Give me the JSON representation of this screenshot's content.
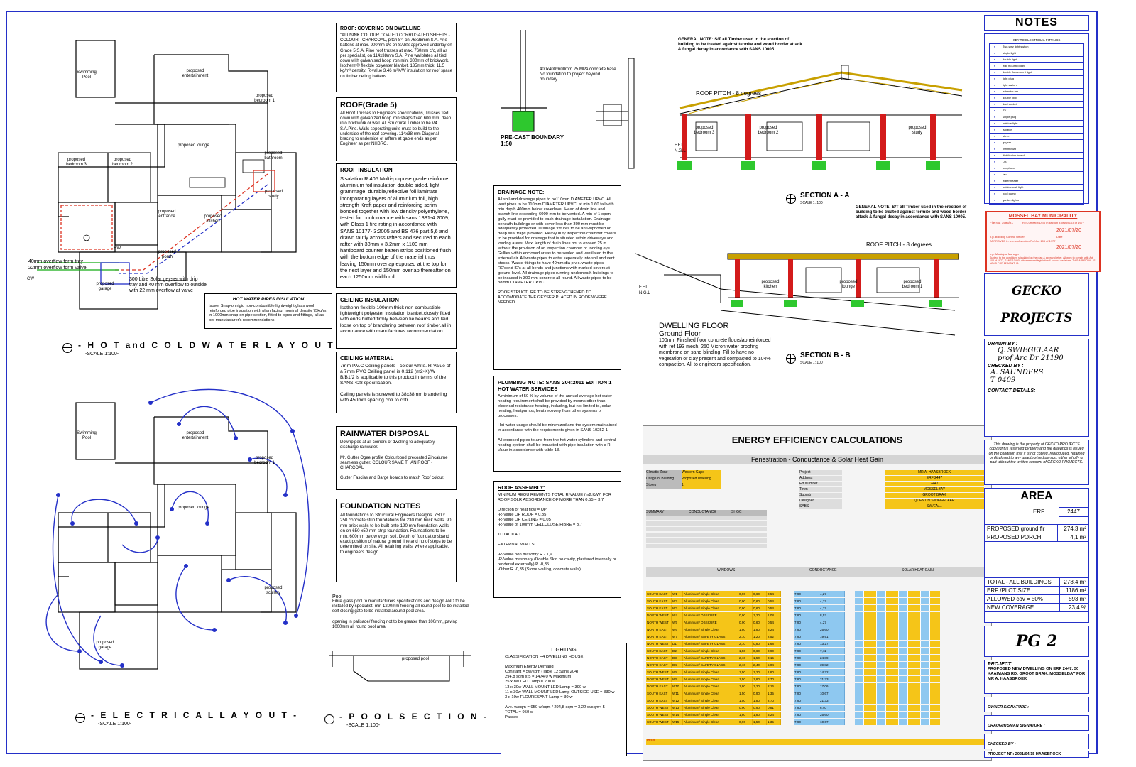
{
  "plans": {
    "hot_cold_title": "- H O T and C O L D W A T E R   L A Y O U T -",
    "hot_cold_scale": "-SCALE 1:100-",
    "electrical_title": "- E L E C T R I C A L   L A Y O U T -",
    "electrical_scale": "-SCALE 1:100-",
    "pool_title": "- P O O L   S E C T I O N -",
    "pool_scale": "-SCALE 1:100-",
    "rooms": {
      "swimming_pool": "Swimming Pool",
      "entertainment": "proposed entertainment",
      "bedroom1": "proposed bedroom 1",
      "bedroom2": "proposed bedroom 2",
      "bedroom3": "proposed bedroom 3",
      "lounge": "proposed lounge",
      "bathroom": "proposed bathroom",
      "study": "proposed study",
      "entrance": "proposed entrance",
      "kitchen": "proposed kitchen",
      "porch": "proposed porch",
      "garage": "proposed garage",
      "scullery": "proposed scullery",
      "pool": "proposed pool"
    },
    "water_notes": {
      "overflow1": "40mm overflow form tray",
      "overflow2": "22mm overflow form valve",
      "geyser": "300 Litre Solar geyser with drip tray and 40 mm overflow to outside with 22 mm overflow at valve",
      "cw": "CW",
      "hw": "HW"
    },
    "boundary_title": "PRE-CAST BOUNDARY 1:50",
    "boundary_note": "400x400x600mm 25 MPA concrete base No foundation to project beyond boundary"
  },
  "notes": {
    "roof_covering": {
      "title": "ROOF: COVERING ON DWELLING",
      "body": "\"ALUSINK COLOUR COATED CORRUGATED SHEETS - COLOUR - CHARCOAL, pitch 8°, on 76x38mm S.A.Pine battens at max. 900mm c/c on SABS approved underlay on Grade 5 S.A. Pine roof trusses at max. 760mm c/c, all as per specialist, on 114x38mm S.A. Pine wallplates all tied down with galvanised hoop iron min. 300mm of brickwork, Isotherm® flexible polyester blanket, 135mm thick, 11,5 kg/m³ density, R-value 3,46 m²K/W insulation for roof space on timber ceiling battens"
    },
    "roof_grade": {
      "title": "ROOF(Grade 5)",
      "body": "All Roof Trusses to Engineers specifications, Trusses tied down with galvanized hoop iron straps fixed 600 mm. deep into brickwork or wall. All Structural Timber to be V4 S.A.Pine. Walls seperating units must be build to the underside of the roof covering. 114x38 mm Diagonal bracing to underside of rafters at gable ends as per Engineer as per NHBRC."
    },
    "roof_insulation": {
      "title": "ROOF INSULATION",
      "body": "Sisalation R 405 Multi-purpose grade reinforce aluminium foil insulation double sided, light grammage, durable,reflective foil laminate incorporating layers of aluminium foil, high strength Kraft paper and reinforcing scrim bonded together with low density polyethylene, tested for conformance with sans 1381-4:2009, with Class 1 fire rating in accordance with SANS 10177- 3:2005 and BS 476 part 5,6 and drawn tautly across rafters and secured to each rafter with 38mm x 3,2mm x 1100 mm hardboard counter batten strips positioned flush with the bottom edge of the material thus leaving 150mm overlap exposed at the top for the next layer and 150mm overlap thereafter on each 1250mm width roll."
    },
    "hot_water_pipes": {
      "title": "HOT WATER PIPES INSULATION",
      "body": "Isover Snap-on rigid non-combustible lightweight glass wool reinforced pipe insulation with plain facing, nominal density 75kg/m, in 1000mm snap-on pipe section, fitted to pipes and fittings, all as per manufacturer's recommendations."
    },
    "ceiling_insulation": {
      "title": "CEILING INSULATION",
      "body": "Isotherm flexible 100mm thick non-combustible lightweight polyester insulation blanket,closely fitted with ends butted firmly between tie beams and laid loose on top of brandering between roof timber,all in accordance with manufactures recommendation."
    },
    "ceiling_material": {
      "title": "CEILING MATERIAL",
      "body": "7mm P.V.C Ceiling panels - colour white. R-Value of a 7mm PVC Ceiling panel is 0.112 (m2•K)/W\nB/B1/2 is applicable to this product in terms of the SANS 428 specification.\n\nCeiling panels is screwed to 38x38mm brandering with 450mm spacing cntr to cntr."
    },
    "rainwater": {
      "title": "RAINWATER DISPOSAL",
      "body": "Downpipes at all corners of dwelling to adequately discharge rainwater.\n\nMr. Gutter Ogee profile Colourbond precoated Zincalume seamless gutter, COLOUR SAME THAN ROOF - CHARCOAL\n\nGutter Fascias and Barge boards to match Roof colour."
    },
    "foundation": {
      "title": "FOUNDATION NOTES",
      "body": "All foundations to Structural Engineers Designs. 750 x 250 concrete strip foundations for 230 mm brick walls. 90 mm brick walls to be built onto 190 mm foundation walls on on 650 x50 mm strip foundation. Foundations to be min. 600mm below virgin soil. Depth of foundationsband exact position of natural ground line and no.of steps to be determined on site. All retaining walls, where applicable, to engineers design."
    },
    "pool": {
      "title": "Pool",
      "body": "Fibre glass pool to manufacturers specifications and design AND to be installed by specialist. min 1200mm fencing all round pool to be installed, self closing gate to be installed around pool area.\n\nopening in palisade/ fencing not to be greater than 100mm, paving 1000mm all round pool area"
    },
    "drainage": {
      "title": "DRAINAGE NOTE:",
      "body": "All soil and drainage pipes to be110mm DIAMETER UPVC. All vent pipes to be 110mm DIAMETER UPVC, at min 1:60 fall with min depth 400mm below coverlevel. Head of drain line and branch line exceeding 6000 mm to be vented. A min of 1 open gully must be provided to each drainage installation. Drainage beneath buildings or with cover less than 300 mm must be adequately protected. Drainage fixtures to be anti-siphoned or deep seal traps provided. Heavy duty inspection chamber covers to be provided for drainage that is situated within driveways and loading areas. Max. length of drain lines not to exceed 25 m without the provision of an inspection chamber or rodding eye. Gullies within enclosed areas to be sealed and ventilated to the external air. All waste pipes to enter seperately into soil and vent stacks. Waste fittings to have 40mm dia p.v.c. waste pipes RE'send IE's at all bends and junctions with marked covers at ground level. All drainage pipes running underneath buildings to be incased in 300 mm concrete all round. All waste pipes to be 38mm DIAMETER UPVC.\n\nROOF STRUCTURE TO BE STRENGTHENED TO ACCOMODATE THE GEYSER PLACED IN ROOF WHERE NEEDED"
    },
    "plumbing": {
      "title": "PLUMBING NOTE: SANS 204:2011 EDITION 1 HOT WATER SERVICES",
      "body": "A minimum of 50 % by volume of the annual average hot water heating requirement shall be provided by means other than electrical resistance heating, including, but not limited to, solar heating, heatpumps, heat recovery from other systems or processes.\n\nHot water usage should be minimized and the system maintained in accordance with the requirements given in SANS 10252-1\n\nAll exposed pipes to and from the hot water cylinders and central heating system shall be insulated with pipe insulation with a R-Value in accordance with table 13."
    },
    "roof_assembly": {
      "title": "ROOF ASSEMBLY:",
      "body": "MINIMUM REQUIREMENTS TOTAL R-VALUE (m2.K/W) FOR ROOF SOLR ABSORBANCE OF MORE THAN 0.55 = 3,7\n\nDirection of heat flow = UP\n-R-Value OF ROOF = 0,35\n-R-Value OF CEILING = 0,05\n-R-Value of 100mm CELLULOSE FIBRE = 3,7\n\nTOTAL = 4,1\n\nEXTERNAL WALLS:\n\n-R-Value non masonry R - 1,9\n-R-Value masonary (Double Skin no cavity, plastered internally or rendered externally) R -0,35\n-Other R -0,35 (Stone walling, concrete walls)"
    },
    "lighting": {
      "title": "LIGHTING",
      "body": "CLASSIFICATION H4 DWELLING HOUSE\n\nMaximum Energy Demand\nConstant = 5w/sqm        (Table 12 Sans 204)\n294,8 sqm x 5              = 1474,0 w Maximum\n25 x 8w LED Lamp                    = 200 w\n13 x 30w WALL MOUNT LED Lamp = 390 w\n11 x 30w WALL MOUNT LED Lamp OUTSIDE USE                              = 330 w\n3 x 10w FLOURESANT Lamp          = 30 w\n\nAve. w/sqm = 950 w/sqm / 294,8 sqm = 3,22 w/sqm< 5\nTOTAL = 950 w\nPasses"
    },
    "general_note_1": "GENERAL NOTE: S/T all Timber used in the erection of building to be treated against termite and wood border attack & fungal decay in accordance with SANS 10005.",
    "general_note_2": "GENERAL NOTE: S/T all Timber used in the erection of building to be treated against termite and wood border attack & fungal decay in accordance with SANS 10005.",
    "dwelling_floor": {
      "title": "DWELLING FLOOR",
      "subtitle": "Ground Floor",
      "body": "100mm Finished floor concrete floorslab reinforced with ref 193 mesh, 250 Micron water proofing membrane on sand blinding. Fill to have no vegetation or clay present and compacted to 104% compaction. All to engineers specification."
    }
  },
  "sections": {
    "a_title": "SECTION A - A",
    "a_scale": "SCALE 1: 100",
    "b_title": "SECTION B - B",
    "b_scale": "SCALE 1: 100",
    "roof_pitch_a": "ROOF PITCH - 8 degrees",
    "roof_pitch_b": "ROOF PITCH - 8 degrees",
    "ffl": "F.F.L",
    "ngl": "N.G.L",
    "a_rooms": [
      "proposed bedroom 3",
      "proposed bedroom 2",
      "proposed study"
    ],
    "b_rooms": [
      "proposed kitchen",
      "proposed lounge",
      "proposed bedroom 1"
    ]
  },
  "energy": {
    "title": "ENERGY EFFICIENCY CALCULATIONS",
    "subtitle": "Fenestration - Conductance & Solar Heat Gain",
    "climatic_zone_label": "Climatic Zone",
    "climatic_zone": "Western Cape",
    "usage_label": "Usage of Building",
    "usage": "Proposed Dwelling",
    "storey_label": "Storey",
    "storey": "1",
    "project_fields": [
      "Project",
      "Address",
      "Erf Number",
      "Town",
      "Suburb",
      "Designer",
      "SABS"
    ],
    "project_values": [
      "MR A. HAASBROEK",
      "ERF 2447",
      "2447",
      "MOSSELBAY",
      "GROOT BRAK",
      "QUENTIN SWIEGELAAR",
      "SW/EA/..."
    ],
    "summary_label": "SUMMARY",
    "conductance_label": "CONDUCTANCE",
    "shgc_label": "SHGC",
    "windows_label": "WINDOWS",
    "conductance_col": "CONDUCTANCE",
    "solar_label": "SOLAR HEAT GAIN",
    "totals_label": "Totals",
    "window_rows": [
      [
        "SOUTH EAST",
        "W1",
        "Aluminium/ Single Clear",
        "0,90",
        "0,60",
        "0,54",
        "7,90",
        "4,27"
      ],
      [
        "SOUTH EAST",
        "W2",
        "Aluminium/ Single Clear",
        "0,90",
        "0,60",
        "0,54",
        "7,90",
        "4,27"
      ],
      [
        "SOUTH EAST",
        "W3",
        "Aluminium/ Single Clear",
        "0,90",
        "0,60",
        "0,54",
        "7,90",
        "4,27"
      ],
      [
        "NORTH WEST",
        "W4",
        "Aluminium/ OBSCURE",
        "0,90",
        "1,20",
        "1,08",
        "7,90",
        "8,53"
      ],
      [
        "NORTH WEST",
        "W5",
        "Aluminium/ OBSCURE",
        "0,90",
        "0,60",
        "0,54",
        "7,90",
        "4,27"
      ],
      [
        "NORTH EAST",
        "W6",
        "Aluminium/ Single Clear",
        "1,80",
        "1,80",
        "3,24",
        "7,90",
        "25,60"
      ],
      [
        "NORTH EAST",
        "W7",
        "Aluminium/ SAFETY GLASS",
        "2,10",
        "1,20",
        "2,52",
        "7,90",
        "19,91"
      ],
      [
        "NORTH WEST",
        "D1",
        "Aluminium/ SAFETY GLASS",
        "2,10",
        "0,80",
        "1,68",
        "7,90",
        "13,27"
      ],
      [
        "SOUTH EAST",
        "D2",
        "Aluminium/ Single Clear",
        "1,50",
        "0,60",
        "0,90",
        "7,90",
        "7,11"
      ],
      [
        "NORTH EAST",
        "D3",
        "Aluminium/ SAFETY GLASS",
        "2,10",
        "1,50",
        "3,15",
        "7,90",
        "24,89"
      ],
      [
        "NORTH EAST",
        "D4",
        "Aluminium/ SAFETY GLASS",
        "2,10",
        "2,40",
        "5,04",
        "7,90",
        "39,82"
      ],
      [
        "SOUTH WEST",
        "W8",
        "Aluminium/ Single Clear",
        "1,50",
        "1,20",
        "1,80",
        "7,90",
        "14,22"
      ],
      [
        "NORTH WEST",
        "W9",
        "Aluminium/ Single Clear",
        "1,50",
        "1,80",
        "2,70",
        "7,90",
        "21,33"
      ],
      [
        "NORTH EAST",
        "W10",
        "Aluminium/ Single Clear",
        "1,80",
        "1,20",
        "2,16",
        "7,90",
        "17,06"
      ],
      [
        "SOUTH EAST",
        "W11",
        "Aluminium/ Single Clear",
        "1,50",
        "0,90",
        "1,35",
        "7,90",
        "10,67"
      ],
      [
        "SOUTH EAST",
        "W12",
        "Aluminium/ Single Clear",
        "1,50",
        "1,80",
        "2,70",
        "7,90",
        "21,33"
      ],
      [
        "SOUTH WEST",
        "W13",
        "Aluminium/ Single Clear",
        "0,90",
        "0,90",
        "0,81",
        "7,90",
        "6,40"
      ],
      [
        "SOUTH WEST",
        "W14",
        "Aluminium/ Single Clear",
        "1,80",
        "1,80",
        "3,24",
        "7,90",
        "25,60"
      ],
      [
        "SOUTH WEST",
        "W15",
        "Aluminium/ Single Clear",
        "0,90",
        "1,50",
        "1,35",
        "7,90",
        "10,67"
      ]
    ]
  },
  "title_block": {
    "notes_title": "NOTES",
    "key_title": "KEY TO ELECTRICAL FITTINGS",
    "key_items": [
      "Two-way light switch",
      "single light",
      "double light",
      "wall mounted light",
      "double fluorescent light",
      "light plug",
      "light switch",
      "extractor fan",
      "double plug",
      "dual socket",
      "TV",
      "single plug",
      "outside light",
      "isolator",
      "stove",
      "geyser",
      "thermostat",
      "distribution board",
      "DB",
      "telephone",
      "fan",
      "water heater",
      "outside wall light",
      "pool pump",
      "garden lights"
    ],
    "municipality": {
      "name": "MOSSEL BAY MUNICIPALITY",
      "file_no": "File No. 1995/21",
      "recommended": "RECOMMENDED in section 4 of Act 103 of 1977",
      "date1": "2021/07/20",
      "officer": "p.p. Building Control Officer",
      "date_label": "Date",
      "approved": "APPROVED in terms of section 7 of Act 103 of 1977",
      "date2": "2021/07/20",
      "manager": "p.p. Municipal Manager",
      "conditions": "Subject to the conditions stipulated on the plan & approval letter. All work to comply with Act 103 of 1977, SANS 10400, other relevant legislation & council decisions. THIS APPROVAL IS VALID FOR 12 MONTHS."
    },
    "company_line1": "GECKO",
    "company_line2": "PROJECTS",
    "drawn_by_label": "DRAWN BY :",
    "drawn_by_name": "Q. SWIEGELAAR",
    "drawn_by_reg": "prof Arc Dr 21190",
    "checked_by_label": "CHECKED BY :",
    "checked_by_name": "A. SAUNDERS",
    "checked_by_reg": "T 0409",
    "contact_label": "CONTACT DETAILS:",
    "copyright": "This drawing is the property of GECKO PROJECTS copyright is reserved by them and the drawings is issued on the condition that it is not copied, reproduced, retained or disclosed to any unauthorised person, either wholly or part without the written consent of GECKO PROJECTS.",
    "area_title": "AREA",
    "erf_label": "ERF",
    "erf_value": "2447",
    "area_rows": [
      [
        "PROPOSED ground flr",
        "274,3 m²"
      ],
      [
        "PROPOSED PORCH",
        "4,1 m²"
      ]
    ],
    "totals_rows": [
      [
        "TOTAL - ALL BUILDINGS",
        "278,4 m²"
      ],
      [
        "ERF /PLOT SIZE",
        "1186 m²"
      ],
      [
        "ALLOWED cov = 50%",
        "593 m²"
      ],
      [
        "NEW COVERAGE",
        "23,4 %"
      ]
    ],
    "page": "PG 2",
    "project_label": "PROJECT :",
    "project_desc": "PROPOSED NEW DWELLING ON ERF 2447, 30 KAAIMANS RD, GROOT BRAK, MOSSELBAY FOR MR A. HAASBROEK",
    "owner_sig_label": "OWNER SIGNATURE :",
    "draughtsman_sig_label": "DRAUGHTSMAN SIGNATURE :",
    "checked_sig_label": "CHECKED BY :",
    "project_no": "PROJECT NR: 2021/04/15 HAASBROEK"
  }
}
